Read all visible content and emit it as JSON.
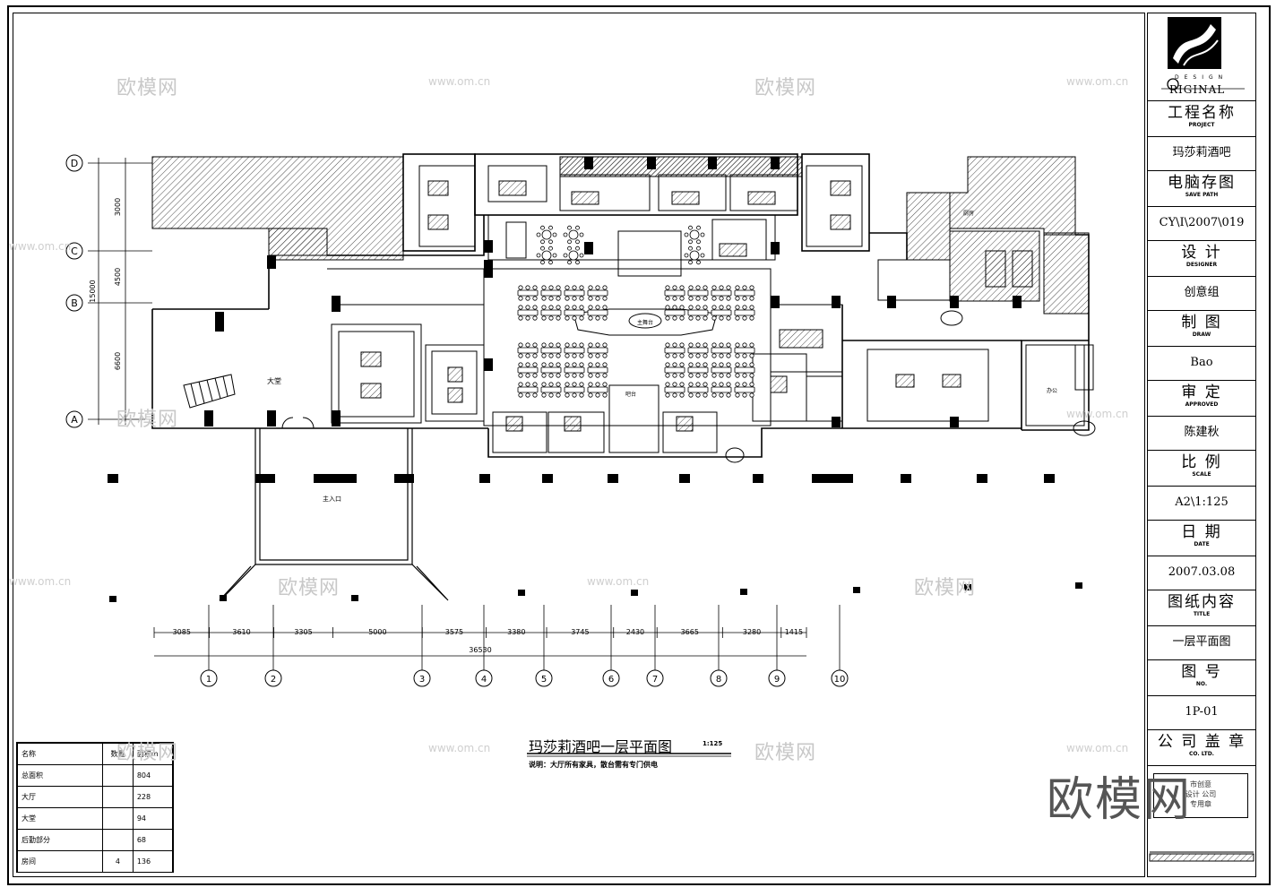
{
  "title_block": {
    "brand": "RIGINAL",
    "brand_top": "DESIGN",
    "project_label": "工程名称",
    "project_en": "PROJECT",
    "project_value": "玛莎莉酒吧",
    "save_label": "电脑存图",
    "save_en": "SAVE PATH",
    "save_value": "CY\\I\\2007\\019",
    "designer_label": "设 计",
    "designer_en": "DESIGNER",
    "designer_value": "创意组",
    "draw_label": "制 图",
    "draw_en": "DRAW",
    "draw_value": "Bao",
    "approved_label": "审 定",
    "approved_en": "APPROVED",
    "approved_value": "陈建秋",
    "scale_label": "比 例",
    "scale_en": "SCALE",
    "scale_value": "A2\\1:125",
    "date_label": "日 期",
    "date_en": "DATE",
    "date_value": "2007.03.08",
    "content_label": "图纸内容",
    "content_en": "TITLE",
    "content_value": "一层平面图",
    "no_label": "图 号",
    "no_en": "NO.",
    "no_value": "1P-01",
    "stamp_label": "公 司 盖 章",
    "stamp_en": "CO. LTD.",
    "stamp_text": "市创意\n设计 公司\n专用章"
  },
  "drawing": {
    "title": "玛莎莉酒吧一层平面图",
    "scale": "1:125",
    "note": "说明：大厅所有家具，散台需有专门供电",
    "grid_rows": [
      "D",
      "C",
      "B",
      "A"
    ],
    "grid_cols": [
      "1",
      "2",
      "3",
      "4",
      "5",
      "6",
      "7",
      "8",
      "9",
      "10"
    ],
    "row_dims": [
      "3000",
      "4500",
      "6600"
    ],
    "row_total": "15000",
    "col_dims": [
      "3085",
      "3610",
      "3305",
      "5000",
      "3575",
      "3380",
      "3745",
      "2430",
      "3665",
      "3280",
      "1415"
    ],
    "col_total": "36530",
    "labels": {
      "stage": "主舞台",
      "lobby": "大堂",
      "entrance": "主入口",
      "bar": "吧台",
      "kitchen": "厨房",
      "office": "办公"
    }
  },
  "area_table": {
    "headers": [
      "名称",
      "数量",
      "面积m"
    ],
    "rows": [
      [
        "总面积",
        "",
        "804"
      ],
      [
        "大厅",
        "",
        "228"
      ],
      [
        "大堂",
        "",
        "94"
      ],
      [
        "后勤部分",
        "",
        "68"
      ],
      [
        "房间",
        "4",
        "136"
      ]
    ]
  },
  "watermarks": {
    "cn": "欧模网",
    "url": "www.om.cn",
    "big": "欧模网"
  }
}
